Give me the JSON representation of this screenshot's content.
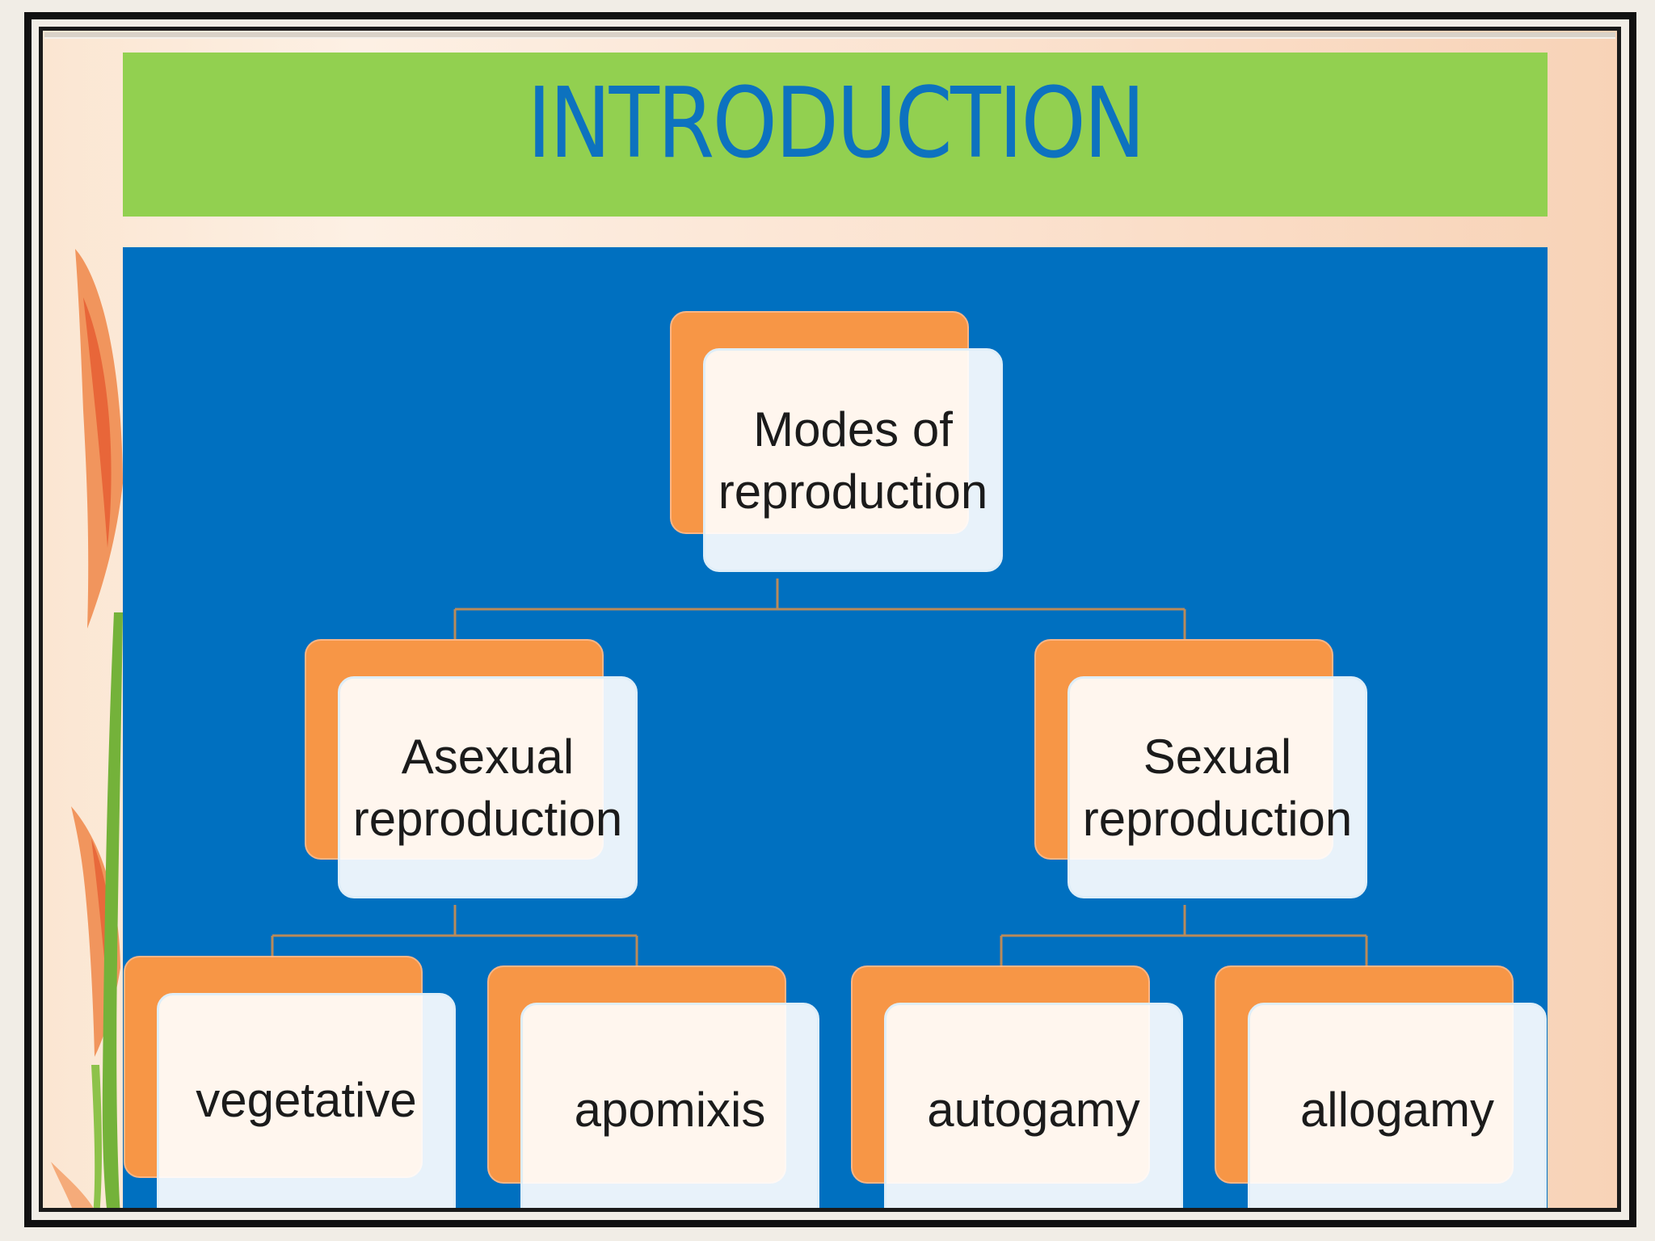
{
  "slide": {
    "title": "INTRODUCTION"
  },
  "diagram": {
    "root": {
      "line1": "Modes of",
      "line2": "reproduction"
    },
    "asexual": {
      "line1": "Asexual",
      "line2": "reproduction",
      "children": [
        "vegetative",
        "apomixis"
      ]
    },
    "sexual": {
      "line1": "Sexual",
      "line2": "reproduction",
      "children": [
        "autogamy",
        "allogamy"
      ]
    }
  },
  "colors": {
    "title_bar": "#92d050",
    "title_text": "#0d72bf",
    "panel": "#0070c0",
    "node_back": "#f79646",
    "node_front": "#ffffff",
    "connector": "#b98a5a"
  }
}
